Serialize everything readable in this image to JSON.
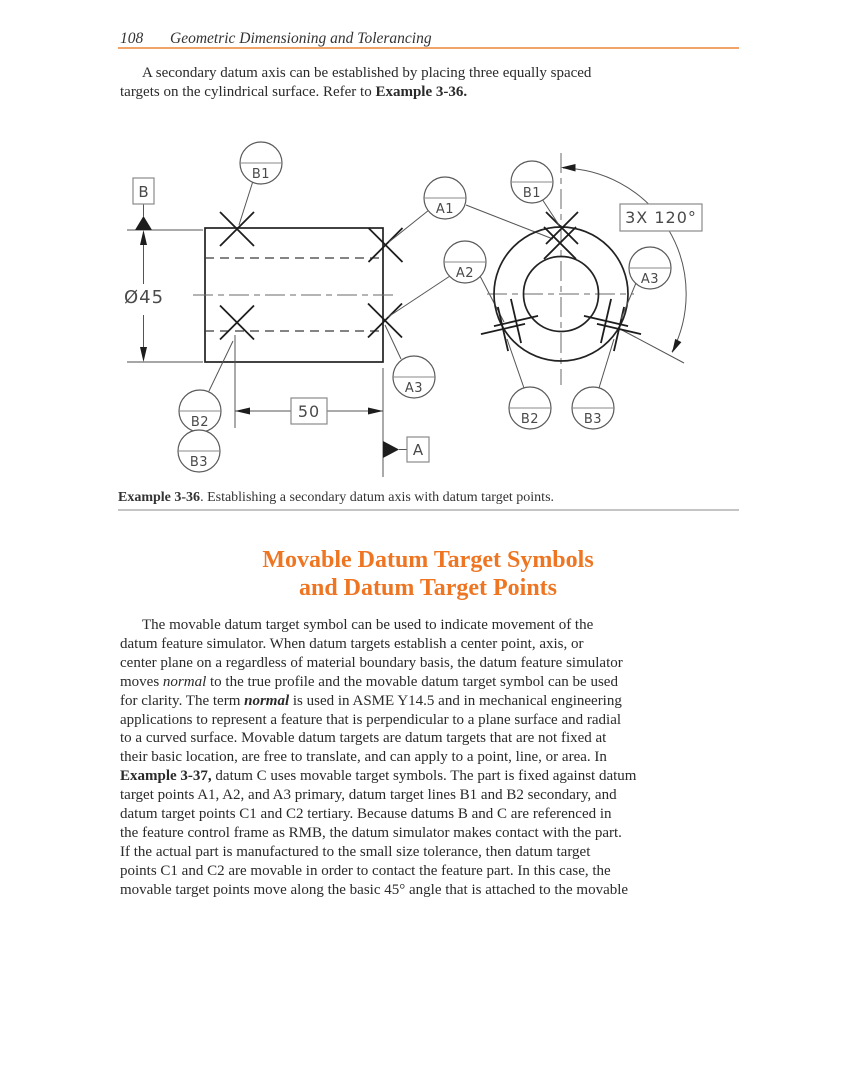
{
  "page": {
    "number": "108",
    "header_title": "Geometric Dimensioning and Tolerancing"
  },
  "intro": {
    "lines": [
      [
        [
          "",
          "A secondary datum axis can be established by placing three equally spaced"
        ]
      ],
      [
        [
          "",
          "targets on the cylindrical surface. Refer to "
        ],
        [
          "b",
          "Example 3-36."
        ]
      ]
    ]
  },
  "figure": {
    "labels": {
      "b1": "B1",
      "b2": "B2",
      "b3": "B3",
      "a1": "A1",
      "a2": "A2",
      "a3": "A3"
    },
    "datums": {
      "a": "A",
      "b": "B"
    },
    "dims": {
      "diameter": "Ø45",
      "length": "50",
      "angle_pattern": "3X 120°"
    }
  },
  "caption": {
    "lines": [
      [
        [
          "b",
          "Example 3-36"
        ],
        [
          "",
          ". Establishing a secondary datum axis with datum target points."
        ]
      ]
    ]
  },
  "section": {
    "heading_line1": "Movable Datum Target Symbols",
    "heading_line2": "and Datum Target Points"
  },
  "body": {
    "lines": [
      [
        [
          "",
          "The movable datum target symbol can be used to indicate movement of the"
        ]
      ],
      [
        [
          "",
          "datum feature simulator. When datum targets establish a center point, axis, or"
        ]
      ],
      [
        [
          "",
          "center plane on a regardless of material boundary basis, the datum feature simulator"
        ]
      ],
      [
        [
          "",
          "moves "
        ],
        [
          "i",
          "normal"
        ],
        [
          "",
          " to the true profile and the movable datum target symbol can be used"
        ]
      ],
      [
        [
          "",
          "for clarity. The term "
        ],
        [
          "bi",
          "normal"
        ],
        [
          "",
          " is used in ASME Y14.5 and in mechanical engineering"
        ]
      ],
      [
        [
          "",
          "applications to represent a feature that is perpendicular to a plane surface and radial"
        ]
      ],
      [
        [
          "",
          "to a curved surface. Movable datum targets are datum targets that are not fixed at"
        ]
      ],
      [
        [
          "",
          "their basic location, are free to translate, and can apply to a point, line, or area. In"
        ]
      ],
      [
        [
          "b",
          "Example 3-37,"
        ],
        [
          "",
          " datum C uses movable target symbols. The part is fixed against datum"
        ]
      ],
      [
        [
          "",
          "target points A1, A2, and A3 primary, datum target lines B1 and B2 secondary, and"
        ]
      ],
      [
        [
          "",
          "datum target points C1 and C2 tertiary. Because datums B and C are referenced in"
        ]
      ],
      [
        [
          "",
          "the feature control frame as RMB, the datum simulator makes contact with the part."
        ]
      ],
      [
        [
          "",
          "If the actual part is manufactured to the small size tolerance, then datum target"
        ]
      ],
      [
        [
          "",
          "points C1 and C2 are movable in order to contact the feature part. In this case, the"
        ]
      ],
      [
        [
          "",
          "movable target points move along the basic 45° angle that is attached to the movable"
        ]
      ]
    ]
  }
}
